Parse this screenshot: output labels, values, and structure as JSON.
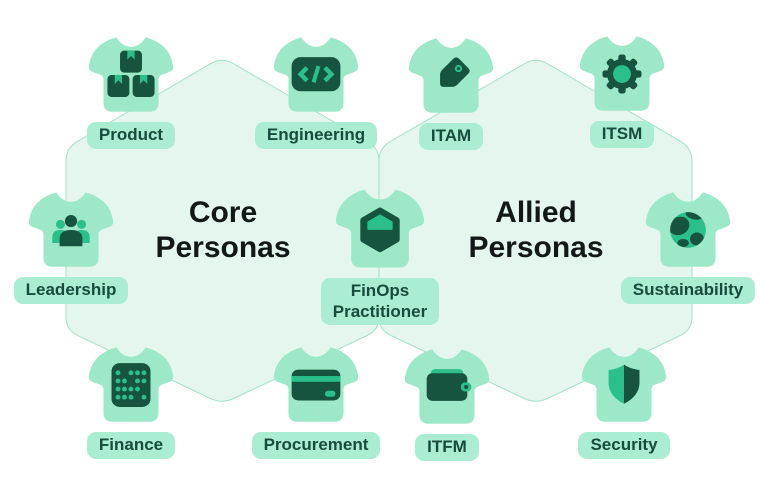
{
  "groups": {
    "core": {
      "title_line1": "Core",
      "title_line2": "Personas"
    },
    "allied": {
      "title_line1": "Allied",
      "title_line2": "Personas"
    }
  },
  "personas": [
    {
      "id": "product",
      "label": "Product",
      "icon": "boxes-icon",
      "group": "core"
    },
    {
      "id": "engineering",
      "label": "Engineering",
      "icon": "code-brackets-icon",
      "group": "core"
    },
    {
      "id": "itam",
      "label": "ITAM",
      "icon": "price-tag-icon",
      "group": "allied"
    },
    {
      "id": "itsm",
      "label": "ITSM",
      "icon": "gear-icon",
      "group": "allied"
    },
    {
      "id": "leadership",
      "label": "Leadership",
      "icon": "people-group-icon",
      "group": "core"
    },
    {
      "id": "finops-practitioner",
      "label": "FinOps Practitioner",
      "label_line1": "FinOps",
      "label_line2": "Practitioner",
      "icon": "finops-hexagon-icon",
      "group": "core-and-allied"
    },
    {
      "id": "sustainability",
      "label": "Sustainability",
      "icon": "globe-icon",
      "group": "allied"
    },
    {
      "id": "finance",
      "label": "Finance",
      "icon": "dot-grid-icon",
      "group": "core"
    },
    {
      "id": "procurement",
      "label": "Procurement",
      "icon": "credit-card-icon",
      "group": "core"
    },
    {
      "id": "itfm",
      "label": "ITFM",
      "icon": "wallet-icon",
      "group": "allied"
    },
    {
      "id": "security",
      "label": "Security",
      "icon": "shield-icon",
      "group": "allied"
    }
  ],
  "colors": {
    "background": "#ffffff",
    "hexagon_fill": "#e4f6ee",
    "hexagon_border": "#a3e2c8",
    "tshirt": "#9de8c8",
    "label_pill_bg": "#abedd3",
    "label_pill_text": "#174b3d",
    "icon_dark_green": "#16543f",
    "icon_bright_green": "#2abf8b",
    "title_text": "#121817"
  }
}
